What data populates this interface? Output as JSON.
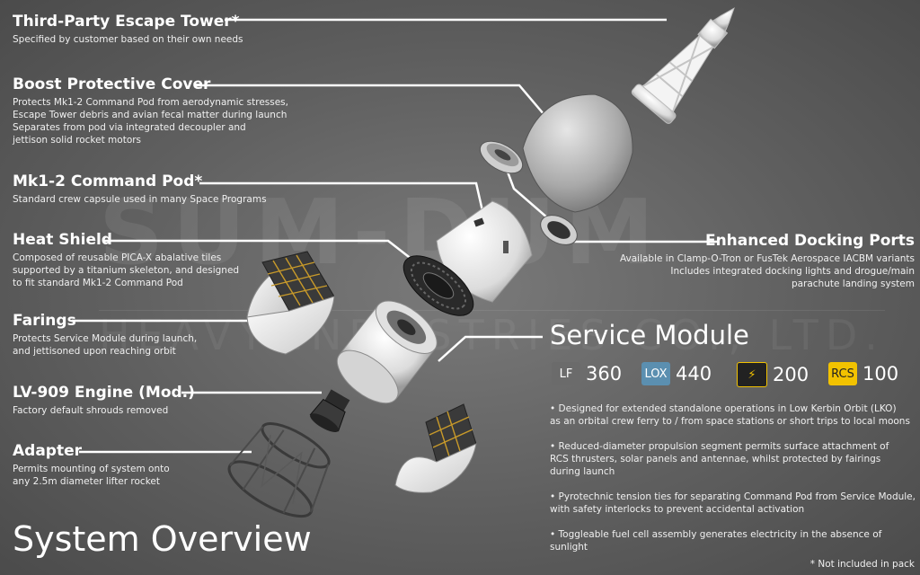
{
  "watermark": {
    "line1": "SUM-DUM",
    "line2": "HEAVY INDUSTRIES CO., LTD."
  },
  "labels": {
    "escape_tower": {
      "title": "Third-Party Escape Tower*",
      "desc": "Specified by customer based on their own needs"
    },
    "boost_cover": {
      "title": "Boost Protective Cover",
      "desc": "Protects Mk1-2 Command Pod from aerodynamic stresses,\nEscape Tower debris and avian fecal matter during launch\nSeparates from pod via integrated decoupler and\njettison solid rocket motors"
    },
    "command_pod": {
      "title": "Mk1-2 Command Pod*",
      "desc": "Standard crew capsule used in many Space Programs"
    },
    "heat_shield": {
      "title": "Heat Shield",
      "desc": "Composed of reusable PICA-X abalative tiles\nsupported by a titanium skeleton, and designed\nto fit standard Mk1-2 Command Pod"
    },
    "farings": {
      "title": "Farings",
      "desc": "Protects Service Module during launch,\nand jettisoned upon reaching orbit"
    },
    "engine": {
      "title": "LV-909 Engine (Mod.)",
      "desc": "Factory default shrouds removed"
    },
    "adapter": {
      "title": "Adapter",
      "desc": "Permits mounting of system onto\nany 2.5m diameter lifter rocket"
    },
    "docking_ports": {
      "title": "Enhanced Docking Ports",
      "desc": "Available in Clamp-O-Tron or FusTek Aerospace IACBM variants\nIncludes integrated docking lights and drogue/main\nparachute landing system"
    }
  },
  "service_module": {
    "title": "Service Module",
    "stats": [
      {
        "badge": "LF",
        "value": "360",
        "bg": "#6b6b6b",
        "fg": "#ffffff"
      },
      {
        "badge": "LOX",
        "value": "440",
        "bg": "#5b8fb0",
        "fg": "#ffffff"
      },
      {
        "badge": "⚡",
        "value": "200",
        "bg": "#222222",
        "fg": "#f2c200"
      },
      {
        "badge": "RCS",
        "value": "100",
        "bg": "#f2c200",
        "fg": "#222222"
      }
    ],
    "bullets": [
      "• Designed for extended standalone operations in Low Kerbin Orbit (LKO)\n   as an orbital crew ferry to / from space stations or short trips to local moons",
      "• Reduced-diameter propulsion segment permits surface attachment of\n   RCS thrusters, solar panels and antennae, whilst protected by fairings\n   during launch",
      "• Pyrotechnic tension ties for separating Command Pod from Service Module,\n   with safety interlocks to prevent accidental activation",
      "• Toggleable fuel cell assembly generates electricity in the absence of sunlight"
    ]
  },
  "system_title": "System Overview",
  "footnote": "* Not included in pack"
}
